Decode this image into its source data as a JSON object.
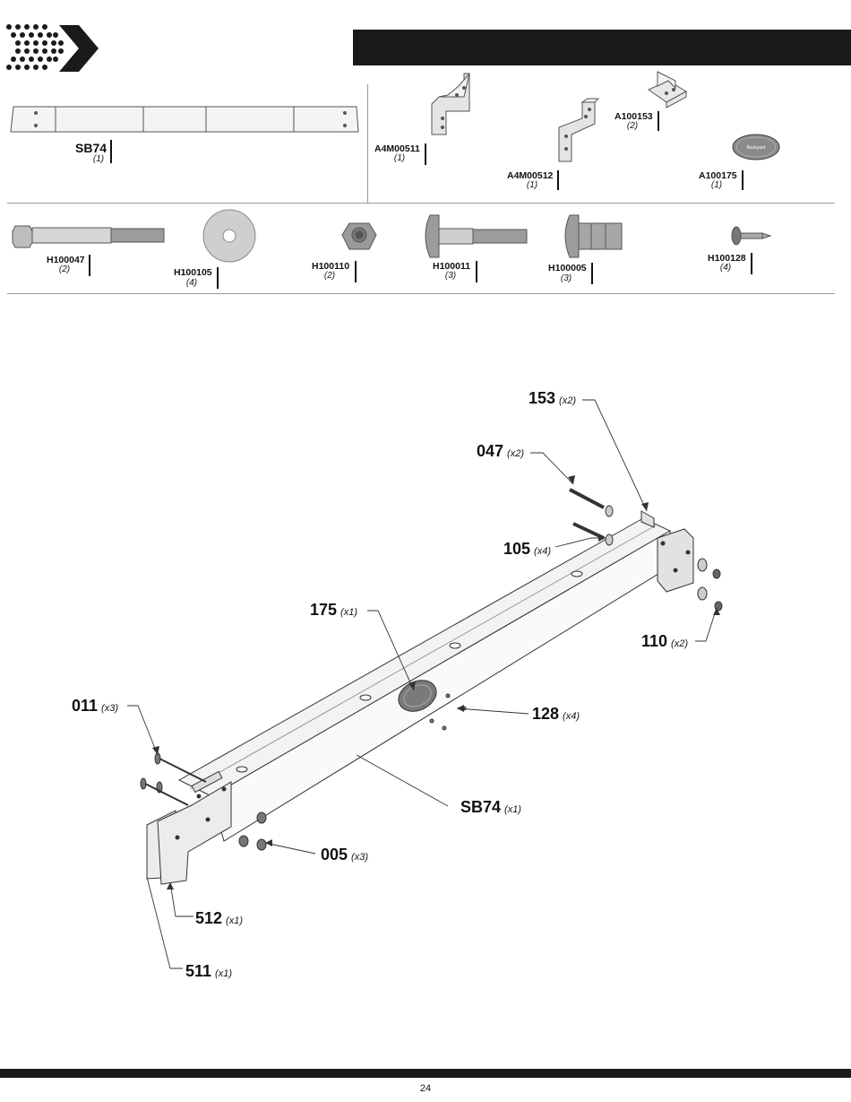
{
  "header": {
    "title": ""
  },
  "parts_top": [
    {
      "code": "SB74",
      "qty": "(1)"
    },
    {
      "code": "A4M00511",
      "qty": "(1)"
    },
    {
      "code": "A4M00512",
      "qty": "(1)"
    },
    {
      "code": "A100153",
      "qty": "(2)"
    },
    {
      "code": "A100175",
      "qty": "(1)"
    }
  ],
  "parts_hardware": [
    {
      "code": "H100047",
      "qty": "(2)"
    },
    {
      "code": "H100105",
      "qty": "(4)"
    },
    {
      "code": "H100110",
      "qty": "(2)"
    },
    {
      "code": "H100011",
      "qty": "(3)"
    },
    {
      "code": "H100005",
      "qty": "(3)"
    },
    {
      "code": "H100128",
      "qty": "(4)"
    }
  ],
  "callouts": [
    {
      "num": "153",
      "qty": "(x2)"
    },
    {
      "num": "047",
      "qty": "(x2)"
    },
    {
      "num": "105",
      "qty": "(x4)"
    },
    {
      "num": "175",
      "qty": "(x1)"
    },
    {
      "num": "110",
      "qty": "(x2)"
    },
    {
      "num": "011",
      "qty": "(x3)"
    },
    {
      "num": "128",
      "qty": "(x4)"
    },
    {
      "num": "SB74",
      "qty": "(x1)"
    },
    {
      "num": "005",
      "qty": "(x3)"
    },
    {
      "num": "512",
      "qty": "(x1)"
    },
    {
      "num": "511",
      "qty": "(x1)"
    }
  ],
  "badge_text": "Backyard",
  "footer": {
    "page_number": "24"
  }
}
